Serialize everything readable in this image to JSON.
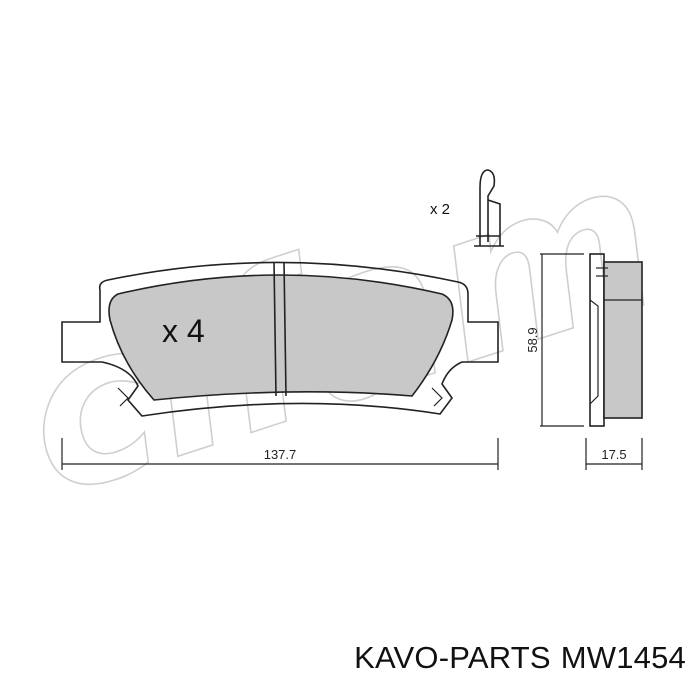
{
  "diagram": {
    "pad_quantity": "x 4",
    "clip_quantity": "x 2",
    "width_dimension": "137.7",
    "height_dimension": "58.9",
    "thickness_dimension": "17.5",
    "watermark": "cifam"
  },
  "caption": {
    "brand": "KAVO-PARTS",
    "part_number": "MW1454"
  },
  "colors": {
    "pad_fill": "#c8c8c8",
    "line": "#222222",
    "watermark_stroke": "#cfcfcf"
  }
}
